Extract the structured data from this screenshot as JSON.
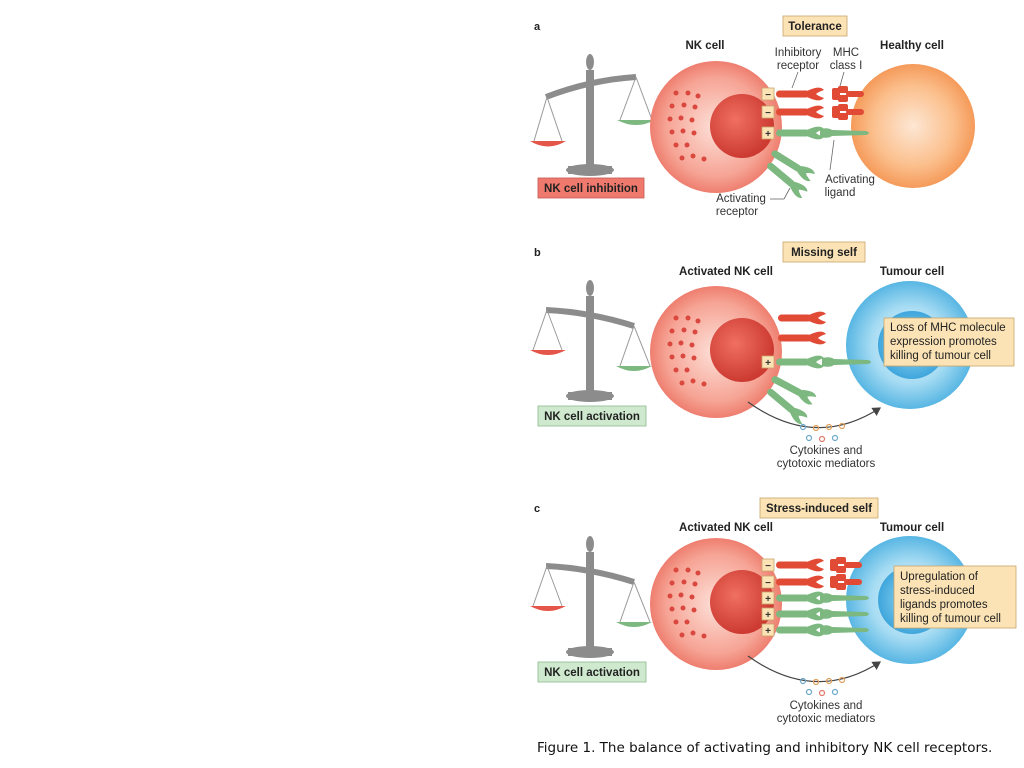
{
  "panels": [
    {
      "letter": "a",
      "title": "Tolerance",
      "left_cell": "NK cell",
      "right_cell": "Healthy cell",
      "balance_label": "NK cell inhibition",
      "inhibitory_receptor_label": [
        "Inhibitory",
        "receptor"
      ],
      "mhc_label": [
        "MHC",
        "class I"
      ],
      "activating_ligand_label": [
        "Activating",
        "ligand"
      ],
      "activating_receptor_label": [
        "Activating",
        "receptor"
      ],
      "signs": [
        "−",
        "−",
        "+"
      ]
    },
    {
      "letter": "b",
      "title": "Missing self",
      "left_cell": "Activated NK cell",
      "right_cell": "Tumour cell",
      "balance_label": "NK cell activation",
      "note": [
        "Loss of MHC molecule",
        "expression promotes",
        "killing of tumour cell"
      ],
      "cytokines_label": [
        "Cytokines and",
        "cytotoxic mediators"
      ],
      "signs": [
        "+"
      ]
    },
    {
      "letter": "c",
      "title": "Stress-induced self",
      "left_cell": "Activated NK cell",
      "right_cell": "Tumour cell",
      "balance_label": "NK cell activation",
      "note": [
        "Upregulation of",
        "stress-induced",
        "ligands promotes",
        "killing of tumour cell"
      ],
      "cytokines_label": [
        "Cytokines and",
        "cytotoxic mediators"
      ],
      "signs": [
        "−",
        "−",
        "+",
        "+",
        "+"
      ]
    }
  ],
  "caption": "Figure 1. The balance of activating and inhibitory NK cell receptors.",
  "colors": {
    "nk_cell": "#f08a7e",
    "nucleus": "#d9473e",
    "healthy_cell": "#f7a96c",
    "tumour_cell": "#7fc8ea",
    "inhibitory": "#e14b35",
    "activating": "#7cb87f",
    "tag_bg": "#fbe3b6",
    "inhibition_bg": "#f0796e",
    "activation_bg": "#cfe9cf",
    "scale": "#8c8c8c"
  }
}
